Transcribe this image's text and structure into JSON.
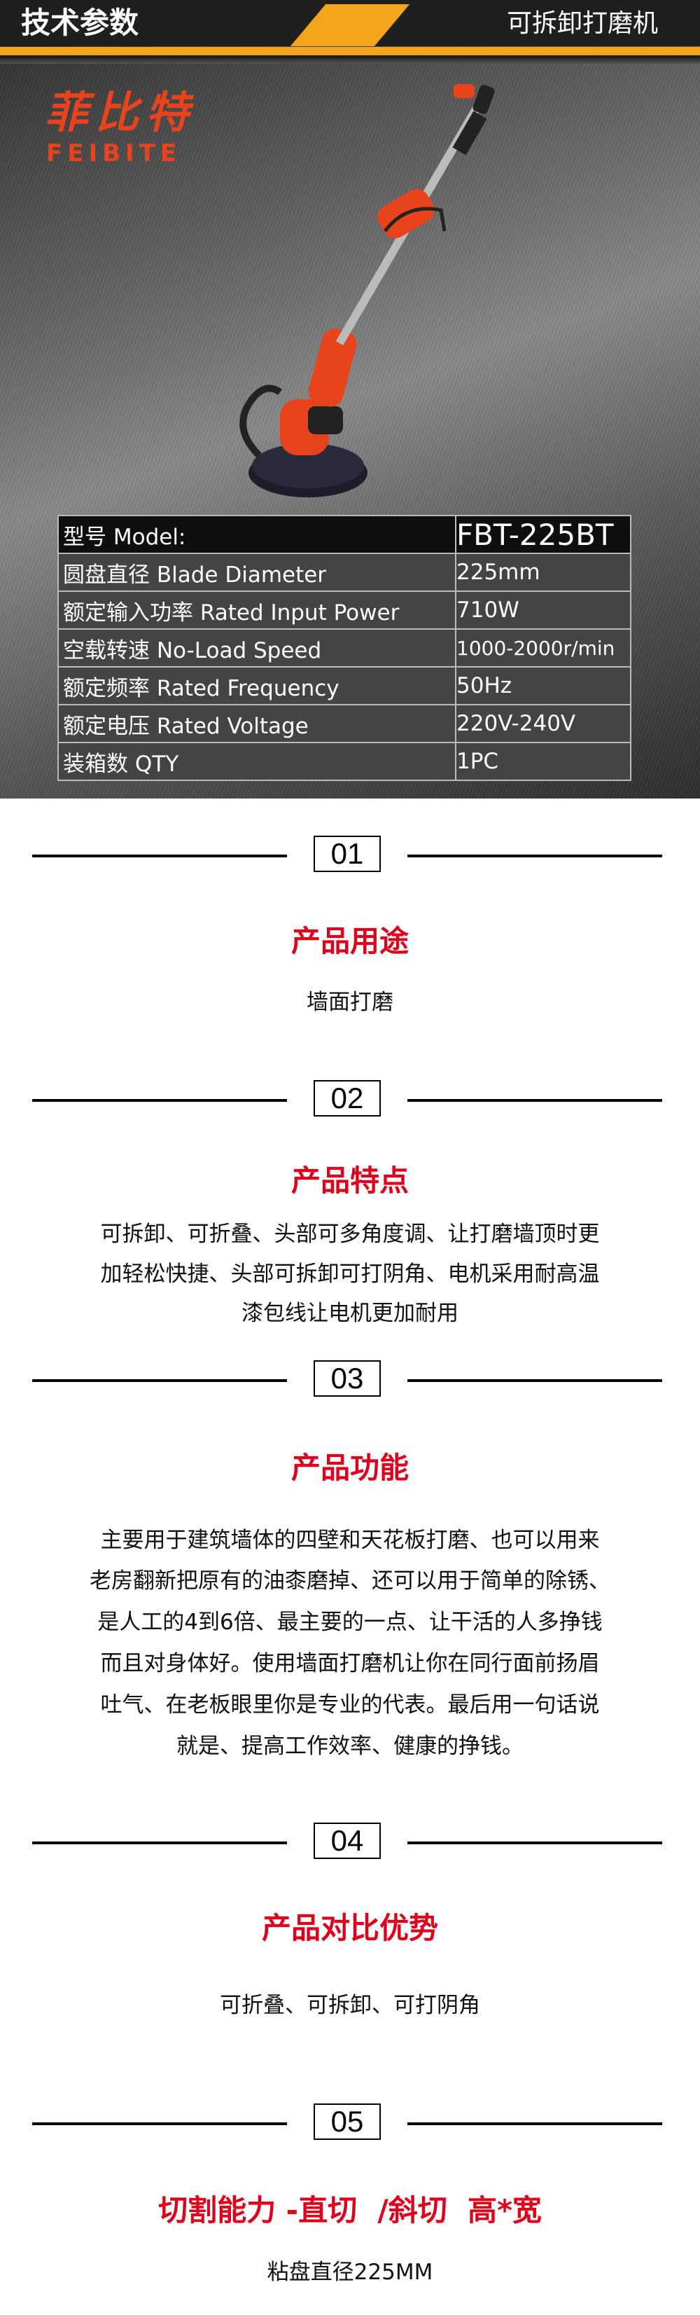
{
  "header": {
    "title": "技术参数",
    "product_name": "可拆卸打磨机"
  },
  "brand": {
    "cn": "菲比特",
    "en": "FEIBITE"
  },
  "spec_table": [
    {
      "label": "型号 Model:",
      "value": "FBT-225BT"
    },
    {
      "label": "圆盘直径 Blade Diameter",
      "value": "225mm"
    },
    {
      "label": "额定输入功率 Rated Input Power",
      "value": "710W"
    },
    {
      "label": "空载转速 No-Load Speed",
      "value": "1000-2000r/min"
    },
    {
      "label": "额定频率 Rated Frequency",
      "value": "50Hz"
    },
    {
      "label": "额定电压 Rated Voltage",
      "value": "220V-240V"
    },
    {
      "label": "装箱数 QTY",
      "value": "1PC"
    }
  ],
  "sections": [
    {
      "number": "01",
      "heading": "产品用途",
      "lines": [
        "墙面打磨"
      ]
    },
    {
      "number": "02",
      "heading": "产品特点",
      "lines": [
        "可拆卸、可折叠、头部可多角度调、让打磨墙顶时更",
        "加轻松快捷、头部可拆卸可打阴角、电机采用耐高温",
        "漆包线让电机更加耐用"
      ]
    },
    {
      "number": "03",
      "heading": "产品功能",
      "lines": [
        "主要用于建筑墙体的四壁和天花板打磨、也可以用来",
        "老房翻新把原有的油桼磨掉、还可以用于简单的除锈、",
        "是人工的4到6倍、最主要的一点、让干活的人多挣钱",
        "而且对身体好。使用墙面打磨机让你在同行面前扬眉",
        "吐气、在老板眼里你是专业的代表。最后用一句话说",
        "就是、提高工作效率、健康的挣钱。"
      ]
    },
    {
      "number": "04",
      "heading": "产品对比优势",
      "lines": [
        "可折叠、可拆卸、可打阴角"
      ]
    },
    {
      "number": "05",
      "heading": "切割能力 -直切  /斜切  高*宽",
      "lines": [
        "粘盘直径225MM"
      ]
    }
  ],
  "colors": {
    "accent": "#f5a51c",
    "brand": "#e8431c",
    "heading": "#e0001b"
  }
}
